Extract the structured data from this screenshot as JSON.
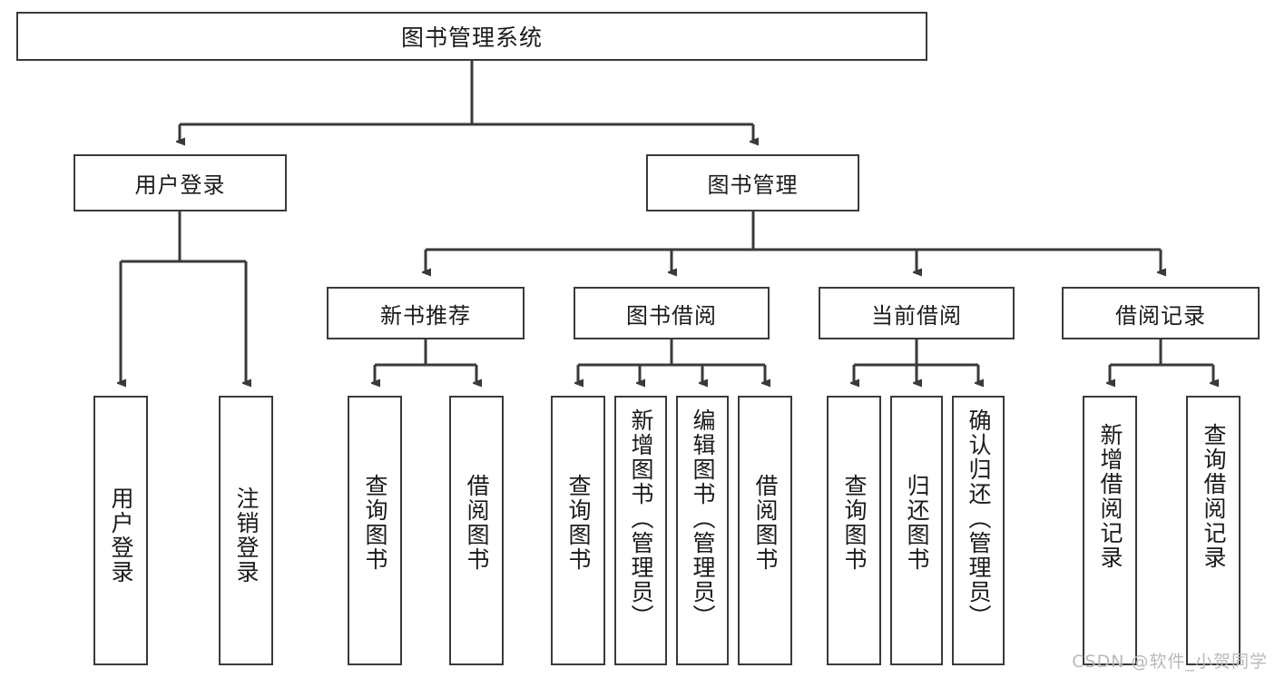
{
  "diagram": {
    "title": "图书管理系统",
    "type": "hierarchy-tree",
    "stroke_color": "#3a3a3a",
    "text_color": "#1a1a1a",
    "background": "#ffffff",
    "root": {
      "label": "图书管理系统"
    },
    "level2": [
      {
        "label": "用户登录"
      },
      {
        "label": "图书管理"
      }
    ],
    "level3": [
      {
        "label": "新书推荐"
      },
      {
        "label": "图书借阅"
      },
      {
        "label": "当前借阅"
      },
      {
        "label": "借阅记录"
      }
    ],
    "leaves": {
      "user_login": [
        {
          "label": "用户登录"
        },
        {
          "label": "注销登录"
        }
      ],
      "new_book": [
        {
          "label": "查询图书"
        },
        {
          "label": "借阅图书"
        }
      ],
      "borrow": [
        {
          "label": "查询图书"
        },
        {
          "label": "新增图书（管理员）"
        },
        {
          "label": "编辑图书（管理员）"
        },
        {
          "label": "借阅图书"
        }
      ],
      "current": [
        {
          "label": "查询图书"
        },
        {
          "label": "归还图书"
        },
        {
          "label": "确认归还（管理员）"
        }
      ],
      "records": [
        {
          "label": "新增借阅记录"
        },
        {
          "label": "查询借阅记录"
        }
      ]
    }
  },
  "watermark": {
    "text": "CSDN @软件_小贺同学"
  }
}
